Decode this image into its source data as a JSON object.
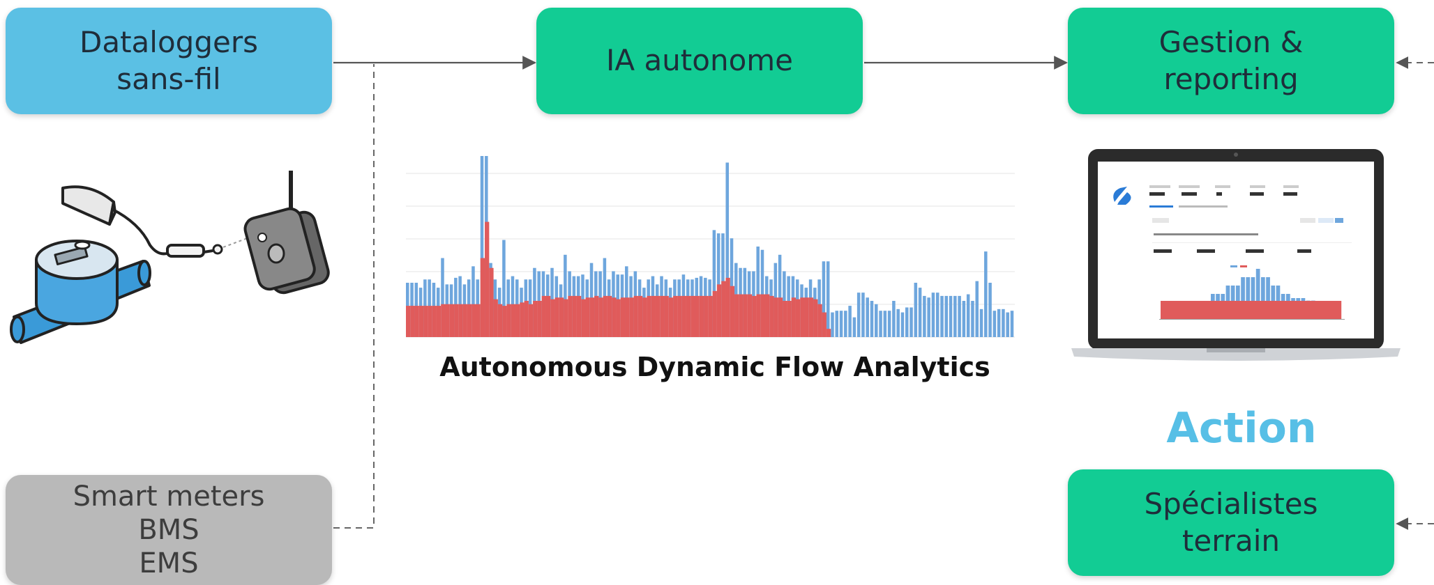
{
  "colors": {
    "accent_blue": "#5bc0e4",
    "accent_green": "#12cc94",
    "neutral_grey": "#b9b9b9",
    "chart_blue": "#6ea6dd",
    "chart_red": "#e05b5b",
    "action_text": "#57bfe6"
  },
  "nodes": {
    "dataloggers": "Dataloggers\nsans-fil",
    "ia": "IA autonome",
    "gestion": "Gestion &\nreporting",
    "smart": "Smart meters\nBMS\nEMS",
    "specialistes": "Spécialistes\nterrain"
  },
  "chart_caption": "Autonomous Dynamic Flow Analytics",
  "action_label": "Action",
  "illustrations": {
    "left": "water-meter-with-wireless-datalogger-icon",
    "right": "laptop-dashboard-screenshot"
  },
  "chart_data": {
    "type": "bar",
    "title": "",
    "xlabel": "",
    "ylabel": "",
    "ylim": [
      0,
      11
    ],
    "grid": true,
    "legend": "none",
    "series": [
      {
        "values": [
          3.3,
          3.3,
          3.3,
          3.0,
          3.5,
          3.5,
          3.3,
          3.0,
          4.8,
          3.2,
          3.2,
          3.6,
          3.7,
          3.2,
          3.5,
          4.3,
          3.5,
          11.0,
          11.0,
          4.5,
          3.5,
          3.0,
          5.9,
          3.5,
          3.7,
          3.5,
          3.0,
          3.5,
          3.5,
          4.2,
          4.0,
          4.0,
          3.8,
          4.2,
          3.7,
          3.2,
          5.0,
          4.0,
          3.7,
          3.7,
          3.8,
          3.5,
          4.5,
          4.0,
          4.0,
          4.8,
          3.5,
          4.0,
          3.8,
          3.8,
          4.3,
          3.7,
          4.0,
          3.5,
          3.0,
          3.5,
          3.7,
          3.2,
          3.7,
          3.5,
          3.0,
          3.5,
          3.5,
          3.8,
          3.5,
          3.5,
          3.6,
          3.7,
          3.6,
          3.5,
          6.5,
          6.3,
          6.3,
          10.6,
          6.0,
          4.5,
          4.2,
          4.2,
          4.0,
          4.0,
          5.5,
          5.3,
          3.7,
          3.5,
          4.5,
          5.0,
          4.0,
          3.7,
          3.7,
          3.5,
          3.2,
          3.0,
          3.5,
          3.0,
          3.5,
          4.6,
          4.6,
          1.5,
          1.6,
          1.6,
          1.6,
          1.9,
          1.2,
          2.7,
          2.7,
          2.4,
          2.2,
          2.0,
          1.6,
          1.6,
          1.6,
          2.2,
          1.7,
          1.5,
          1.8,
          1.8,
          3.3,
          3.0,
          2.5,
          2.4,
          2.7,
          2.7,
          2.5,
          2.5,
          2.5,
          2.5,
          2.5,
          2.2,
          2.6,
          2.2,
          3.4,
          1.7,
          5.2,
          3.3,
          1.6,
          1.7,
          1.7,
          1.5,
          1.6
        ]
      },
      {
        "values": [
          1.9,
          1.9,
          1.9,
          1.9,
          1.9,
          1.9,
          1.9,
          1.9,
          2.0,
          2.0,
          2.0,
          2.0,
          2.0,
          2.0,
          2.0,
          2.0,
          2.0,
          4.8,
          7.0,
          4.2,
          2.3,
          2.0,
          1.9,
          2.0,
          2.0,
          2.0,
          2.1,
          2.2,
          2.0,
          2.2,
          2.2,
          2.5,
          2.5,
          2.3,
          2.4,
          2.4,
          2.3,
          2.5,
          2.5,
          2.5,
          2.3,
          2.4,
          2.4,
          2.5,
          2.4,
          2.5,
          2.5,
          2.4,
          2.3,
          2.4,
          2.4,
          2.4,
          2.5,
          2.5,
          2.4,
          2.5,
          2.5,
          2.5,
          2.5,
          2.5,
          2.4,
          2.5,
          2.5,
          2.5,
          2.5,
          2.5,
          2.5,
          2.5,
          2.5,
          2.5,
          2.8,
          3.2,
          3.4,
          3.6,
          3.1,
          2.6,
          2.6,
          2.6,
          2.6,
          2.5,
          2.6,
          2.6,
          2.6,
          2.5,
          2.4,
          2.4,
          2.2,
          2.2,
          2.4,
          2.3,
          2.4,
          2.4,
          2.4,
          2.3,
          2.0,
          1.5,
          0.5,
          0,
          0,
          0,
          0,
          0,
          0,
          0,
          0,
          0,
          0,
          0,
          0,
          0,
          0,
          0,
          0,
          0,
          0,
          0,
          0,
          0,
          0,
          0,
          0,
          0,
          0,
          0,
          0,
          0,
          0,
          0,
          0,
          0,
          0,
          0,
          0,
          0,
          0,
          0,
          0,
          0,
          0,
          0,
          0,
          0,
          0
        ]
      }
    ]
  }
}
